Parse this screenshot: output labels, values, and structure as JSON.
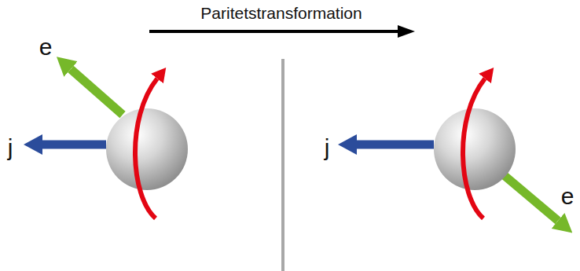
{
  "diagram": {
    "labels": [
      "Paritetstransformation",
      "e",
      "j",
      "j",
      "e"
    ]
  }
}
